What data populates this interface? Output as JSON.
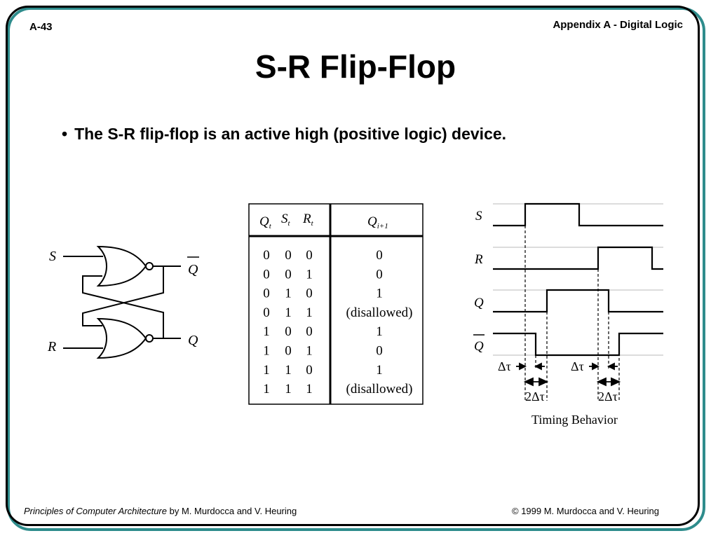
{
  "header": {
    "slide_number": "A-43",
    "appendix": "Appendix A - Digital Logic"
  },
  "title": "S-R Flip-Flop",
  "bullet": "The S-R flip-flop is an active high (positive logic) device.",
  "circuit": {
    "input_s": "S",
    "input_r": "R",
    "output_qbar": "Q",
    "output_q": "Q"
  },
  "truth_table": {
    "headers": {
      "q": "Q",
      "q_sub": "t",
      "s": "S",
      "s_sub": "t",
      "r": "R",
      "r_sub": "t",
      "qnext": "Q",
      "qnext_sub": "i+1"
    },
    "rows": [
      [
        "0",
        "0",
        "0",
        "0"
      ],
      [
        "0",
        "0",
        "1",
        "0"
      ],
      [
        "0",
        "1",
        "0",
        "1"
      ],
      [
        "0",
        "1",
        "1",
        "(disallowed)"
      ],
      [
        "1",
        "0",
        "0",
        "1"
      ],
      [
        "1",
        "0",
        "1",
        "0"
      ],
      [
        "1",
        "1",
        "0",
        "1"
      ],
      [
        "1",
        "1",
        "1",
        "(disallowed)"
      ]
    ]
  },
  "timing": {
    "labels": {
      "s": "S",
      "r": "R",
      "q": "Q",
      "qbar": "Q"
    },
    "delta": "Δτ",
    "two_delta": "2Δτ",
    "caption": "Timing Behavior"
  },
  "footer": {
    "book": "Principles of Computer Architecture",
    "authors": " by M. Murdocca and V. Heuring",
    "copyright": "© 1999 M. Murdocca and V. Heuring"
  }
}
